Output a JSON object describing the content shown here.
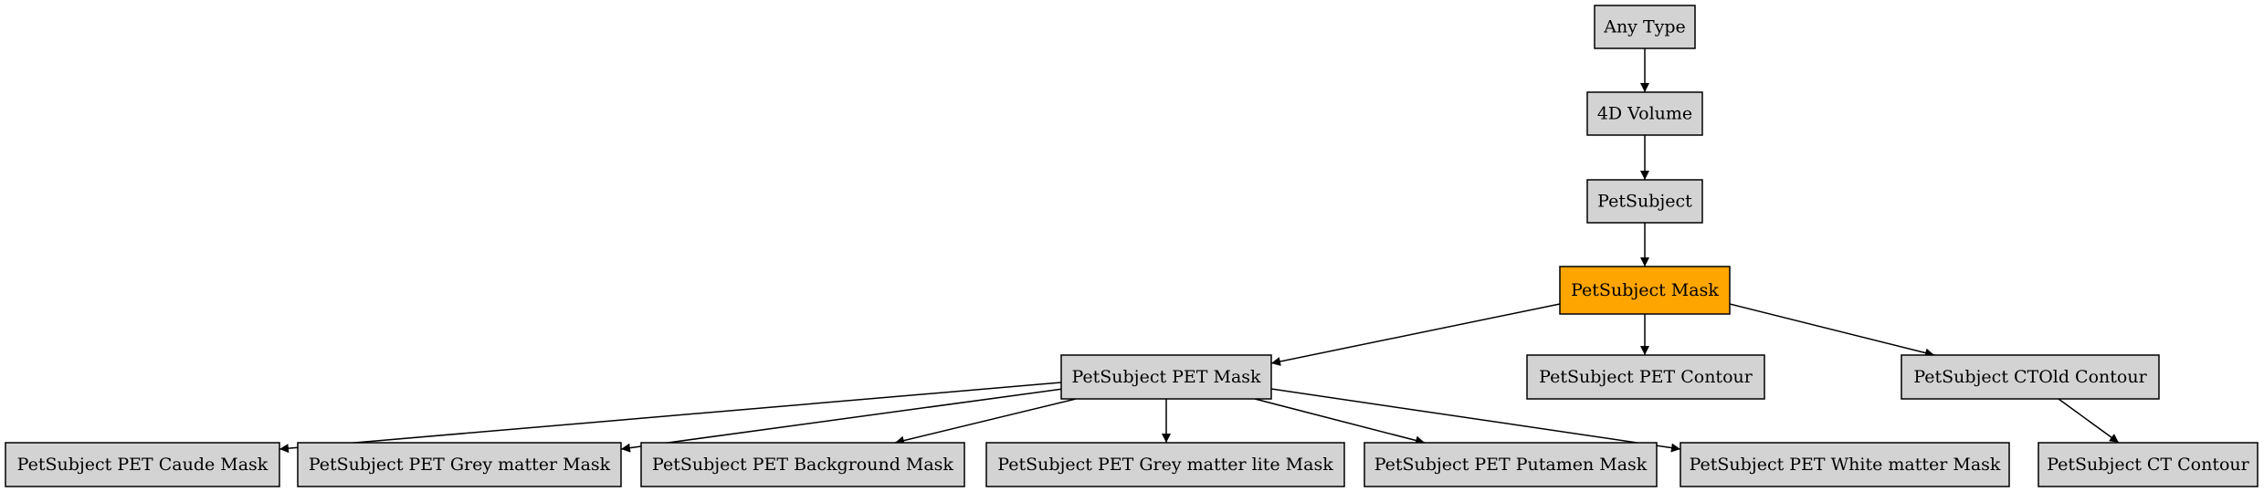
{
  "colors": {
    "node_fill": "#d3d3d3",
    "highlight_fill": "#ffa500",
    "edge": "#000000"
  },
  "nodes": [
    {
      "id": "any_type",
      "label": "Any Type",
      "highlight": false
    },
    {
      "id": "volume_4d",
      "label": "4D Volume",
      "highlight": false
    },
    {
      "id": "pet_subject",
      "label": "PetSubject",
      "highlight": false
    },
    {
      "id": "pet_subject_mask",
      "label": "PetSubject Mask",
      "highlight": true
    },
    {
      "id": "pet_mask",
      "label": "PetSubject PET Mask",
      "highlight": false
    },
    {
      "id": "pet_contour",
      "label": "PetSubject PET Contour",
      "highlight": false
    },
    {
      "id": "ctold_contour",
      "label": "PetSubject CTOld Contour",
      "highlight": false
    },
    {
      "id": "caude_mask",
      "label": "PetSubject PET Caude Mask",
      "highlight": false
    },
    {
      "id": "grey_matter_mask",
      "label": "PetSubject PET Grey matter Mask",
      "highlight": false
    },
    {
      "id": "background_mask",
      "label": "PetSubject PET Background Mask",
      "highlight": false
    },
    {
      "id": "grey_matter_lite_mask",
      "label": "PetSubject PET Grey matter lite Mask",
      "highlight": false
    },
    {
      "id": "putamen_mask",
      "label": "PetSubject PET Putamen Mask",
      "highlight": false
    },
    {
      "id": "white_matter_mask",
      "label": "PetSubject PET White matter Mask",
      "highlight": false
    },
    {
      "id": "ct_contour",
      "label": "PetSubject CT Contour",
      "highlight": false
    }
  ],
  "edges": [
    {
      "from": "any_type",
      "to": "volume_4d"
    },
    {
      "from": "volume_4d",
      "to": "pet_subject"
    },
    {
      "from": "pet_subject",
      "to": "pet_subject_mask"
    },
    {
      "from": "pet_subject_mask",
      "to": "pet_mask"
    },
    {
      "from": "pet_subject_mask",
      "to": "pet_contour"
    },
    {
      "from": "pet_subject_mask",
      "to": "ctold_contour"
    },
    {
      "from": "pet_mask",
      "to": "caude_mask"
    },
    {
      "from": "pet_mask",
      "to": "grey_matter_mask"
    },
    {
      "from": "pet_mask",
      "to": "background_mask"
    },
    {
      "from": "pet_mask",
      "to": "grey_matter_lite_mask"
    },
    {
      "from": "pet_mask",
      "to": "putamen_mask"
    },
    {
      "from": "pet_mask",
      "to": "white_matter_mask"
    },
    {
      "from": "ctold_contour",
      "to": "ct_contour"
    }
  ]
}
